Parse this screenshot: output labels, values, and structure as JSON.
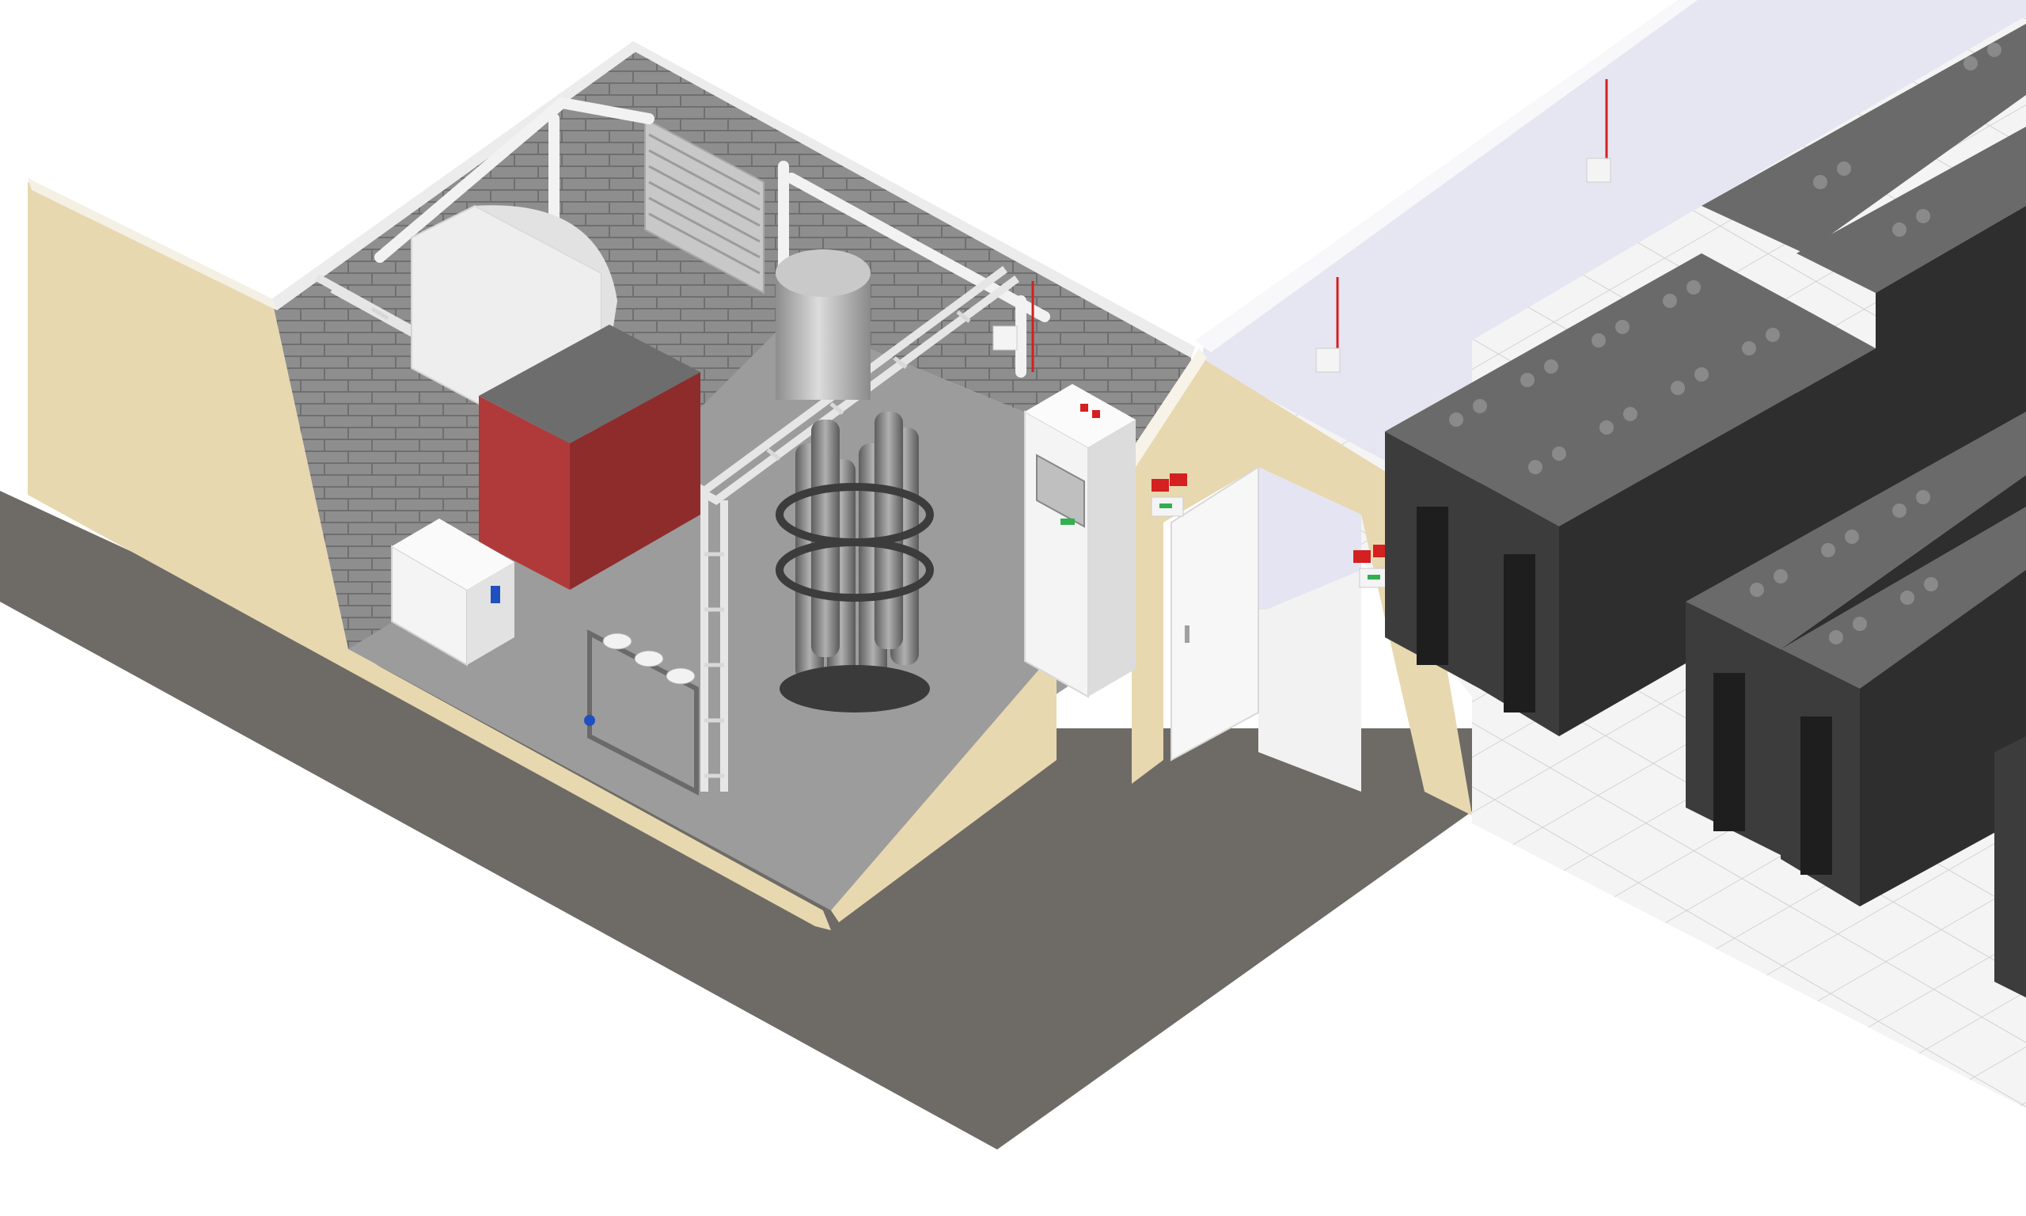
{
  "colors": {
    "background": "#ffffff",
    "corridor_floor": "#6e6b66",
    "room_floor": "#9c9c9c",
    "brick_wall": "#8a8a8a",
    "cream_wall": "#e8d8b0",
    "dc_wall": "#e4e4f2",
    "dc_floor": "#f2f2f2",
    "rack_top": "#6a6a6a",
    "rack_front": "#3c3c3c",
    "rack_side": "#2a2a2a",
    "compressor_red": "#b03a3a",
    "pipe_white": "#f2f2f2",
    "tank_metal": "#b5b5b5",
    "column_metal": "#8e8e8e",
    "cabinet_white": "#f4f4f4",
    "alarm_red": "#d42020",
    "indicator_green": "#30b050",
    "accent_blue": "#2050c0"
  },
  "equipment": [
    {
      "id": "air-compressor",
      "icon": "compressor-icon"
    },
    {
      "id": "air-cooler-housing",
      "icon": "cooler-icon"
    },
    {
      "id": "pressure-vessel",
      "icon": "tank-icon"
    },
    {
      "id": "nitrogen-generator-columns",
      "icon": "columns-icon"
    },
    {
      "id": "control-cabinet",
      "icon": "cabinet-icon"
    },
    {
      "id": "refrigerated-dryer",
      "icon": "dryer-icon"
    },
    {
      "id": "filter-rack",
      "icon": "filter-icon"
    },
    {
      "id": "ventilation-grille",
      "icon": "grille-icon"
    },
    {
      "id": "fire-alarm-units",
      "icon": "alarm-icon"
    },
    {
      "id": "server-racks",
      "icon": "server-rack-icon"
    },
    {
      "id": "door",
      "icon": "door-icon"
    }
  ]
}
